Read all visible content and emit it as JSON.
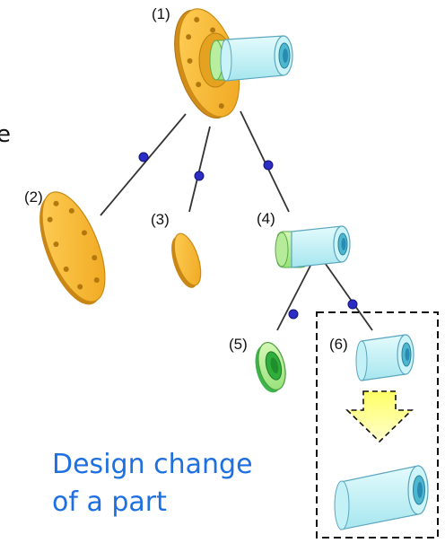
{
  "nodes": [
    {
      "id": "1",
      "label": "(1)",
      "part": "flanged assembly"
    },
    {
      "id": "2",
      "label": "(2)",
      "part": "large flange disk"
    },
    {
      "id": "3",
      "label": "(3)",
      "part": "small disk"
    },
    {
      "id": "4",
      "label": "(4)",
      "part": "sleeve with shaft"
    },
    {
      "id": "5",
      "label": "(5)",
      "part": "green ring"
    },
    {
      "id": "6",
      "label": "(6)",
      "part": "cylinder"
    }
  ],
  "edges": [
    {
      "from": "1",
      "to": "2"
    },
    {
      "from": "1",
      "to": "3"
    },
    {
      "from": "1",
      "to": "4"
    },
    {
      "from": "4",
      "to": "5"
    },
    {
      "from": "4",
      "to": "6"
    }
  ],
  "caption": {
    "line1": "Design change",
    "line2": "of a part"
  },
  "colors": {
    "flange": "#f5b731",
    "flange_edge": "#c98a16",
    "shaft": "#bff2f6",
    "shaft_edge": "#5aa6bf",
    "ring": "#a8ee8f",
    "ring_dark": "#2fae3c",
    "arrow": "#ffff99",
    "caption": "#1e6fe0",
    "edge_point": "#2b2dc4"
  },
  "left_edge_fragment": "e"
}
